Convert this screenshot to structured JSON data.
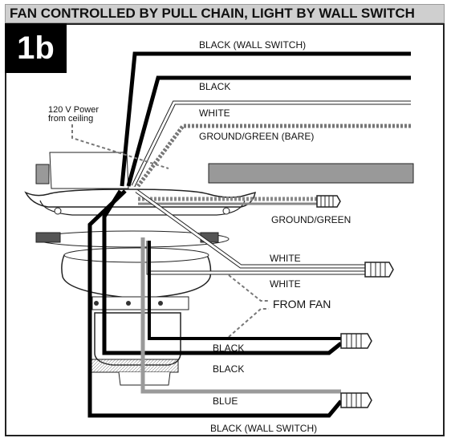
{
  "title": "FAN CONTROLLED BY PULL CHAIN, LIGHT BY WALL SWITCH",
  "step_badge": "1b",
  "power_note": {
    "line1": "120 V Power",
    "line2": "from ceiling"
  },
  "ceiling_wires": {
    "black_wall_switch": "BLACK (WALL SWITCH)",
    "black": "BLACK",
    "white": "WHITE",
    "ground": "GROUND/GREEN (BARE)"
  },
  "connections": {
    "ground_green": "GROUND/GREEN",
    "white_top": "WHITE",
    "white_bottom": "WHITE",
    "from_fan": "FROM FAN",
    "black_top": "BLACK",
    "black_bottom": "BLACK",
    "blue": "BLUE",
    "black_wall_switch": "BLACK (WALL SWITCH)"
  },
  "colors": {
    "black_wire": "#000000",
    "white_wire": "#ffffff",
    "ground_wire": "#bdbdbd",
    "blue_wire": "#9a9a9a",
    "title_bg": "#cfcfcf"
  }
}
